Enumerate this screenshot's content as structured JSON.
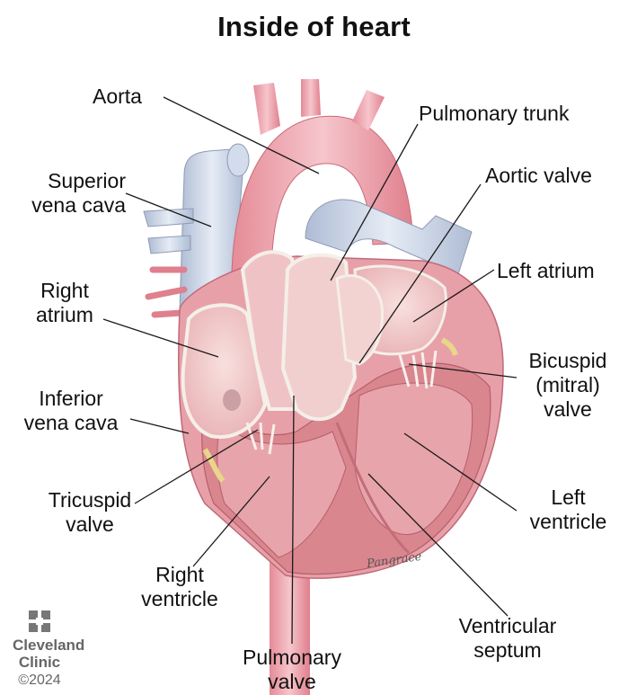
{
  "title": "Inside of heart",
  "labels": {
    "aorta": "Aorta",
    "pulmonary_trunk": "Pulmonary trunk",
    "superior_vena_cava": [
      "Superior",
      "vena cava"
    ],
    "aortic_valve": "Aortic valve",
    "left_atrium": "Left atrium",
    "right_atrium": [
      "Right",
      "atrium"
    ],
    "bicuspid_valve": [
      "Bicuspid",
      "(mitral)",
      "valve"
    ],
    "inferior_vena_cava": [
      "Inferior",
      "vena cava"
    ],
    "tricuspid_valve": [
      "Tricuspid",
      "valve"
    ],
    "left_ventricle": [
      "Left",
      "ventricle"
    ],
    "right_ventricle": [
      "Right",
      "ventricle"
    ],
    "ventricular_septum": [
      "Ventricular",
      "septum"
    ],
    "pulmonary_valve": [
      "Pulmonary",
      "valve"
    ]
  },
  "logo": {
    "line1": "Cleveland",
    "line2": "Clinic",
    "copyright": "©2024"
  },
  "signature": "Pangrace",
  "colors": {
    "heart_pink": "#e8a0a8",
    "muscle": "#d9868f",
    "vein_blue": "#c9d3e3",
    "chamber_light": "#f3d3d2",
    "leader": "#1a1a1a"
  }
}
